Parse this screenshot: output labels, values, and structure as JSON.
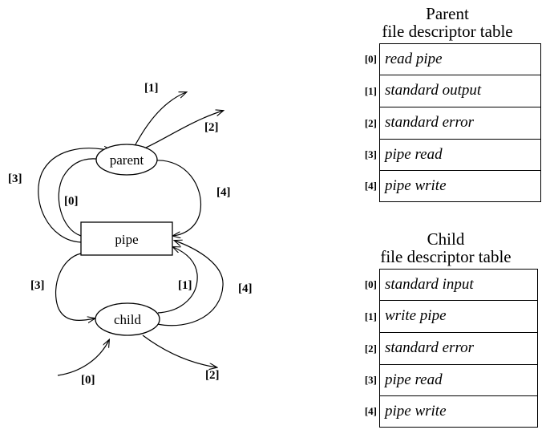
{
  "diagram": {
    "nodes": [
      {
        "id": "parent",
        "label": "parent",
        "shape": "ellipse"
      },
      {
        "id": "pipe",
        "label": "pipe",
        "shape": "rect"
      },
      {
        "id": "child",
        "label": "child",
        "shape": "ellipse"
      }
    ],
    "edge_labels": {
      "parent_out_1": "[1]",
      "parent_out_2": "[2]",
      "parent_fd3": "[3]",
      "parent_fd0": "[0]",
      "parent_fd4": "[4]",
      "child_fd3": "[3]",
      "child_fd1": "[1]",
      "child_fd4": "[4]",
      "child_in_0": "[0]",
      "child_out_2": "[2]"
    }
  },
  "tables": [
    {
      "id": "parent-table",
      "heading_line1": "Parent",
      "heading_line2": "file descriptor table",
      "rows": [
        {
          "index": "[0]",
          "value": "read pipe"
        },
        {
          "index": "[1]",
          "value": "standard output"
        },
        {
          "index": "[2]",
          "value": "standard error"
        },
        {
          "index": "[3]",
          "value": "pipe read"
        },
        {
          "index": "[4]",
          "value": "pipe write"
        }
      ]
    },
    {
      "id": "child-table",
      "heading_line1": "Child",
      "heading_line2": "file descriptor table",
      "rows": [
        {
          "index": "[0]",
          "value": "standard input"
        },
        {
          "index": "[1]",
          "value": "write pipe"
        },
        {
          "index": "[2]",
          "value": "standard error"
        },
        {
          "index": "[3]",
          "value": "pipe read"
        },
        {
          "index": "[4]",
          "value": "pipe write"
        }
      ]
    }
  ],
  "colors": {
    "background": "#ffffff",
    "ink": "#000000"
  }
}
